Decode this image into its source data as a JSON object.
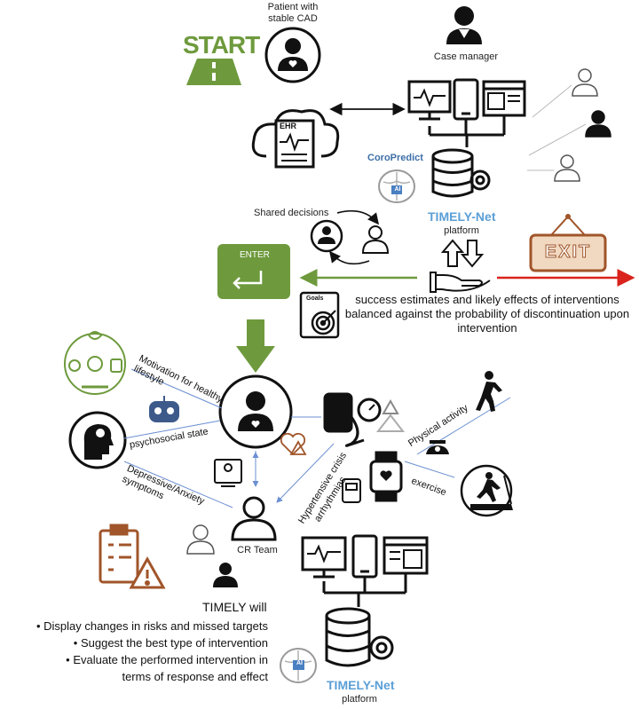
{
  "start_label": "START",
  "patient_label": "Patient with stable CAD",
  "case_manager_label": "Case manager",
  "ehr_label": "EHR",
  "coropredict_label": "CoroPredict",
  "ai_label": "AI",
  "timely_net_top": "TIMELY-Net",
  "platform_top": "platform",
  "shared_decisions_label": "Shared decisions",
  "exit_label": "EXIT",
  "enter_label": "ENTER",
  "goals_label": "Goals",
  "success_text": "success estimates and likely effects of interventions balanced against the probability of discontinuation upon intervention",
  "left_labels": {
    "motivation": "Motivation for healthy lifestyle",
    "psychosocial": "psychosocial state",
    "depressive": "Depressive/Anxiety symptoms"
  },
  "right_labels": {
    "physical_activity": "Physical activity",
    "exercise": "exercise",
    "hypertensive": "Hypertensive crisis",
    "arrhythmias": "arrhythmias"
  },
  "cr_team_label": "CR Team",
  "timely_will_title": "TIMELY will",
  "timely_will_items": [
    "Display changes in risks and missed targets",
    "Suggest the best type of intervention",
    "Evaluate the performed intervention in terms of response and effect"
  ],
  "timely_net_bottom": "TIMELY-Net",
  "platform_bottom": "platform",
  "colors": {
    "green": "#6e9a3d",
    "brown": "#a0552a",
    "red": "#d9231c",
    "blue": "#5a9fd6"
  }
}
